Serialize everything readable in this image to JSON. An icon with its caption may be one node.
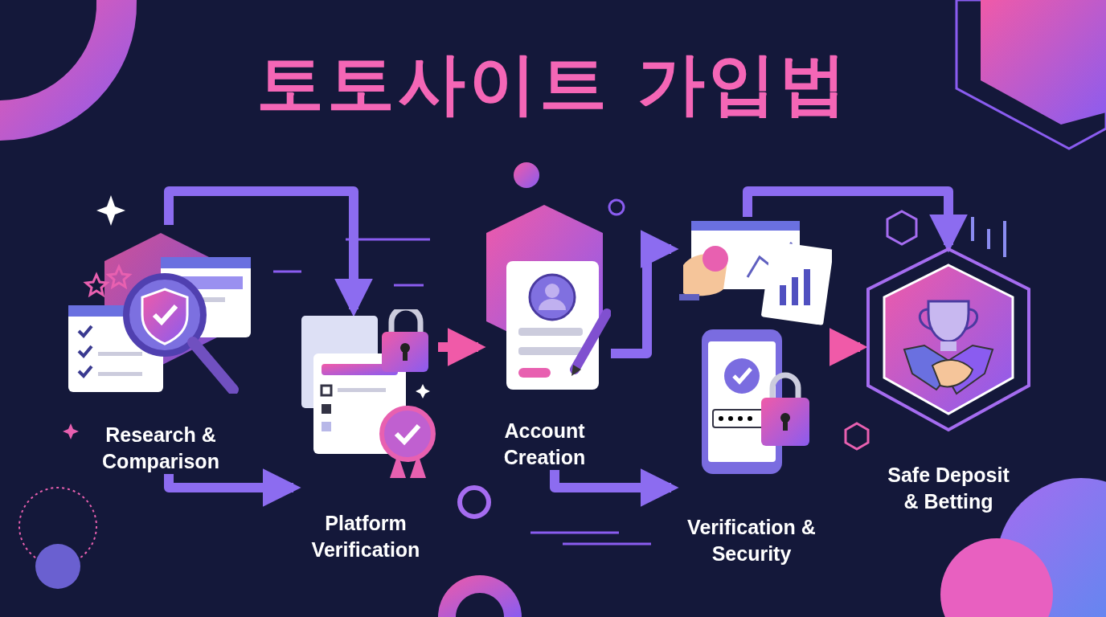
{
  "diagram": {
    "title": "토토사이트 가입법",
    "nodes": [
      {
        "text": [
          "Research & Comparison"
        ]
      },
      {
        "text": [
          "Platform Verification"
        ]
      },
      {
        "text": [
          "Account Creation"
        ]
      },
      {
        "text": [
          "Verification & Security"
        ]
      },
      {
        "text": [
          "Safe Deposit & Betting"
        ]
      }
    ],
    "edges": [
      {
        "from": 0,
        "to": 1,
        "arrow": "to"
      },
      {
        "from": 0,
        "to": 1,
        "arrow": "to"
      },
      {
        "from": 1,
        "to": 2,
        "arrow": "to",
        "color": "#f05aa8"
      },
      {
        "from": 2,
        "to": 3,
        "arrow": "to"
      },
      {
        "from": 2,
        "to": 3,
        "arrow": "to"
      },
      {
        "from": 3,
        "to": 4,
        "arrow": "to",
        "color": "#f05aa8"
      },
      {
        "from": 3,
        "to": 4,
        "arrow": "to"
      }
    ]
  }
}
